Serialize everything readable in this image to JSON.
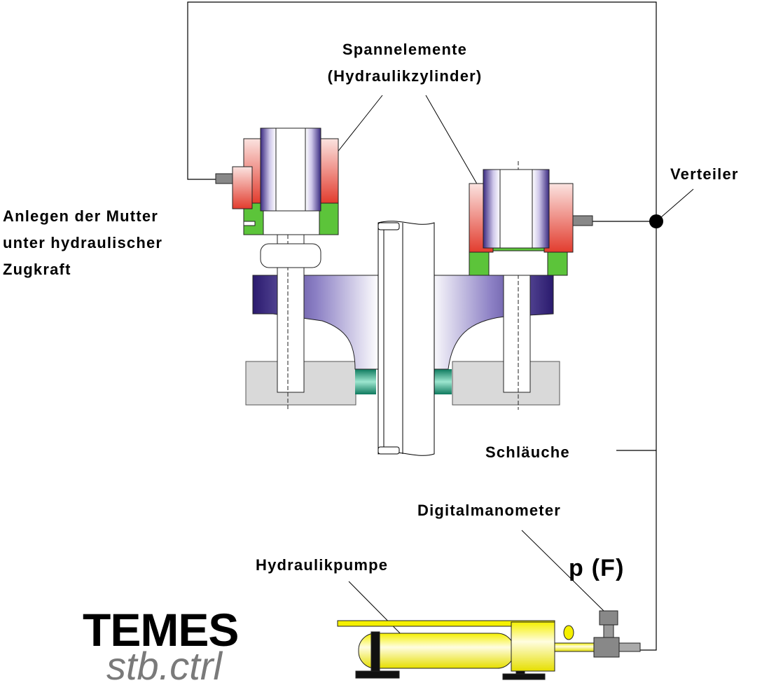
{
  "labels": {
    "spannelemente_line1": "Spannelemente",
    "spannelemente_line2": "(Hydraulikzylinder)",
    "verteiler": "Verteiler",
    "anlegen_line1": "Anlegen der Mutter",
    "anlegen_line2": "unter hydraulischer",
    "anlegen_line3": "Zugkraft",
    "schlaeuche": "Schläuche",
    "digitalmanometer": "Digitalmanometer",
    "hydraulikpumpe": "Hydraulikpumpe",
    "pressure": "p (F)"
  },
  "logo": {
    "brand": "TEMES",
    "product": "stb.ctrl"
  },
  "colors": {
    "cylinder_red": "#e8463c",
    "cylinder_green": "#5cc43a",
    "piston_purple": "#3a2a80",
    "flange_purple": "#2a1a6e",
    "gasket_teal": "#1a9a7a",
    "pump_yellow": "#f5f000",
    "base_gray": "#d9d9d9"
  }
}
